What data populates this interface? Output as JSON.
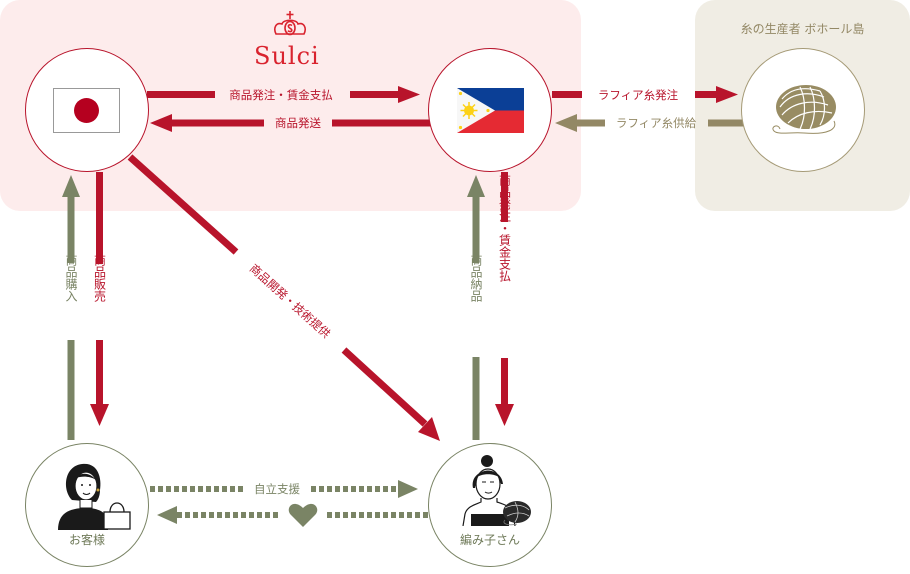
{
  "brand": {
    "name": "Sulci",
    "logo_icon": "crown-icon",
    "color": "#d9232e"
  },
  "colors": {
    "red": "#b8142b",
    "green": "#7a8465",
    "tan": "#938865",
    "pink_bg": "#fdecec",
    "beige_bg": "#f0ede4"
  },
  "regions": {
    "bohol": {
      "title": "糸の生産者 ボホール島"
    }
  },
  "nodes": {
    "japan": {
      "icon": "japan-flag-icon"
    },
    "philippines": {
      "icon": "philippines-flag-icon"
    },
    "yarn_producer": {
      "icon": "yarn-ball-icon"
    },
    "customer": {
      "icon": "woman-with-bag-icon",
      "label": "お客様"
    },
    "knitter": {
      "icon": "woman-with-yarn-icon",
      "label": "編み子さん"
    }
  },
  "flows": {
    "jp_to_ph": "商品発注・賃金支払",
    "ph_to_jp": "商品発送",
    "ph_to_yarn": "ラフィア糸発注",
    "yarn_to_ph": "ラフィア糸供給",
    "jp_to_knitter": "商品開発・技術提供",
    "customer_to_jp": "商品購入",
    "jp_to_customer": "商品販売",
    "knitter_to_ph": "商品納品",
    "ph_to_knitter": "商品発注・賃金支払",
    "customer_to_knitter": "自立支援",
    "knitter_to_customer_icon": "heart-icon"
  }
}
